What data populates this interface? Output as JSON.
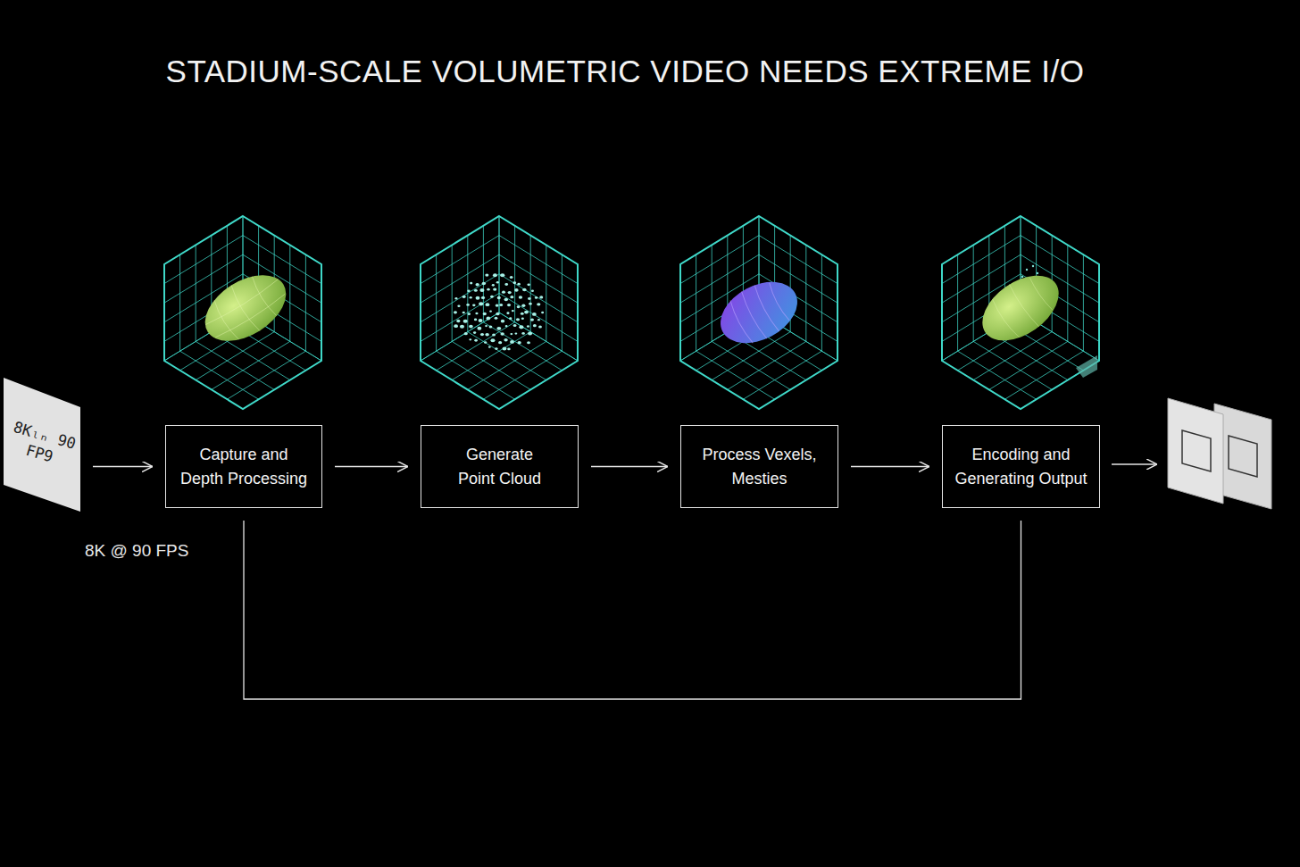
{
  "diagram": {
    "title": "STADIUM-SCALE VOLUMETRIC VIDEO NEEDS EXTREME I/O",
    "nodes": [
      {
        "text": [
          "8Kₗₙ 90 FP9"
        ]
      },
      {
        "text": [
          "Capture and Depth Processing"
        ]
      },
      {
        "text": [
          "Generate Point Cloud"
        ]
      },
      {
        "text": [
          "Process Vexels, Mesties"
        ]
      },
      {
        "text": [
          "Encoding and Generating Output"
        ]
      }
    ],
    "edges": [
      {
        "from": 0,
        "to": 1,
        "arrow": "to"
      },
      {
        "from": 1,
        "to": 2,
        "arrow": "to"
      },
      {
        "from": 2,
        "to": 3,
        "arrow": "to"
      },
      {
        "from": 3,
        "to": 4,
        "arrow": "to"
      },
      {
        "from": 1,
        "to": 4,
        "arrow": "none"
      }
    ],
    "labels": [
      "8K @ 90 FPS"
    ]
  }
}
